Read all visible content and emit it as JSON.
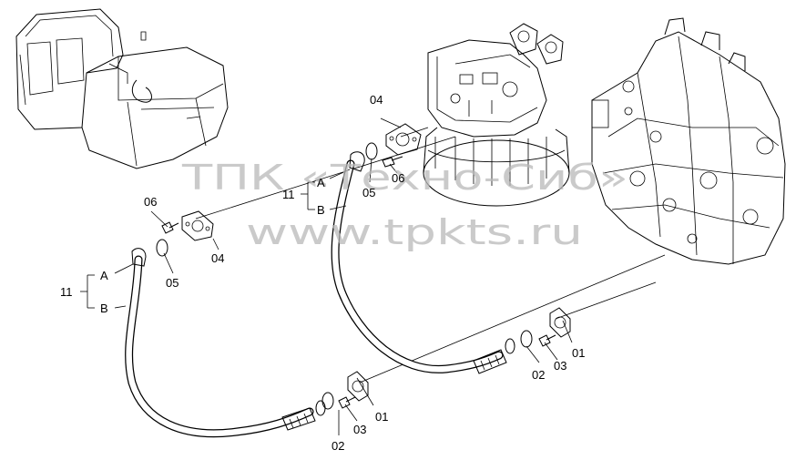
{
  "labels": {
    "upper_hose_assembly": "11",
    "upper_hose_end_a": "A",
    "upper_hose_end_b": "B",
    "upper_flange": "04",
    "upper_oring": "05",
    "upper_bolt": "06",
    "left_hose_assembly": "11",
    "left_hose_end_a": "A",
    "left_hose_end_b": "B",
    "left_bolt": "06",
    "left_flange": "04",
    "left_oring": "05",
    "lower_left_flange": "01",
    "lower_left_oring": "02",
    "lower_left_bolt": "03",
    "lower_right_flange": "01",
    "lower_right_oring": "02",
    "lower_right_bolt": "03"
  },
  "watermark": {
    "line1": "ТПК «Техно-Сиб»",
    "line2": "www.tpkts.ru"
  }
}
